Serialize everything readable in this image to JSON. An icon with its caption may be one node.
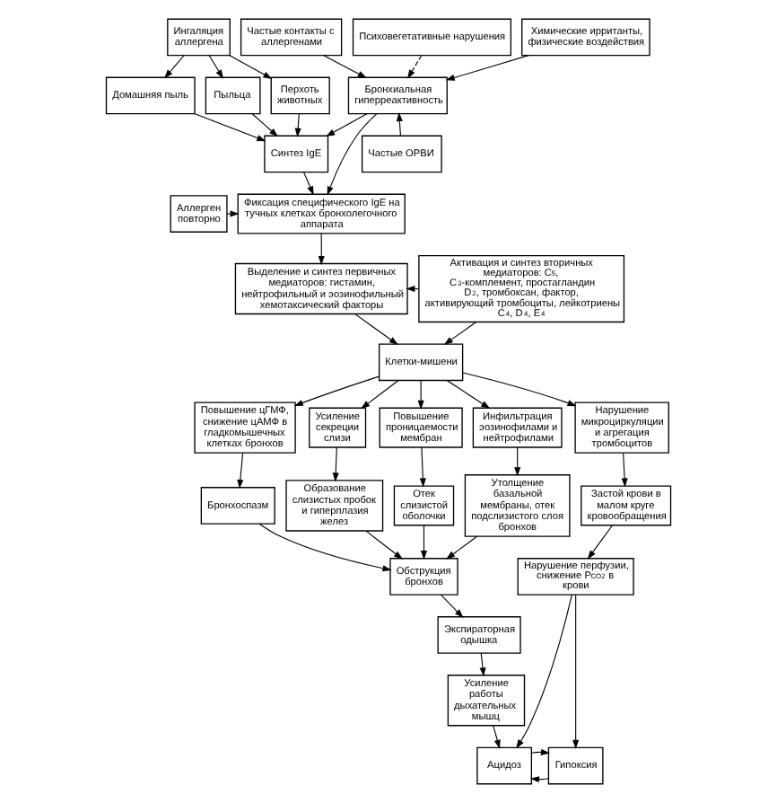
{
  "diagram": {
    "nodes": [
      {
        "text": [
          "Ингаляция аллергена"
        ]
      },
      {
        "text": [
          "Домашняя пыль"
        ]
      },
      {
        "text": [
          "Пыльца"
        ]
      },
      {
        "text": [
          "Перхоть животных"
        ]
      },
      {
        "text": [
          "Бронхиальная гиперреактивность"
        ]
      },
      {
        "text": [
          "Частые контакты с аллергенами"
        ]
      },
      {
        "text": [
          "Частые ОРВИ"
        ]
      },
      {
        "text": [
          "Психовегетативные нарушения"
        ]
      },
      {
        "text": [
          "Синтез IgE"
        ]
      },
      {
        "text": [
          "Химические ирританты, физические воздействия"
        ]
      },
      {
        "text": [
          "Аллерген повторно"
        ]
      },
      {
        "text": [
          "Фиксация специфического IgE на тучных клетках бронхолегочного аппарата"
        ]
      },
      {
        "text": [
          "Выделение и синтез первичных медиаторов: гистамин, нейтрофильный и эозинофильный хемотаксический факторы"
        ]
      },
      {
        "text": [
          "Активация и синтез вторичных медиаторов: C$_{5}$, C$_{3}$-комплемент, простагландин D$_{2}$, тромбоксан, фактор, активирующий тромбоциты, лейкотриены C$_{4}$, D$_{4}$, E$_{4}$"
        ]
      },
      {
        "text": [
          "Клетки-мишени"
        ]
      },
      {
        "text": [
          "Повышение цГМФ, снижение цАМФ в гладкомышечных клетках бронхов"
        ]
      },
      {
        "text": [
          "Усиление секреции слизи"
        ]
      },
      {
        "text": [
          "Повышение проницаемости мембран"
        ]
      },
      {
        "text": [
          "Инфильтрация эозинофилами и нейтрофилами"
        ]
      },
      {
        "text": [
          "Нарушение микроциркуляции и агрегация тромбоцитов"
        ]
      },
      {
        "text": [
          "Бронхоспазм"
        ]
      },
      {
        "text": [
          "Образование слизистых пробок и гиперплазия желез"
        ]
      },
      {
        "text": [
          "Отек слизистой оболочки"
        ]
      },
      {
        "text": [
          "Утолщение базальной мембраны, отек подслизистого слоя бронхов"
        ]
      },
      {
        "text": [
          "Застой крови в малом круге кровообращения"
        ]
      },
      {
        "text": [
          "Обструкция бронхов"
        ]
      },
      {
        "text": [
          "Нарушение перфузии, снижение P$_{CO2}$ в крови"
        ]
      },
      {
        "text": [
          "Экспираторная одышка"
        ]
      },
      {
        "text": [
          "Усиление работы дыхательных мышц"
        ]
      },
      {
        "text": [
          "Ацидоз"
        ]
      },
      {
        "text": [
          "Гипоксия"
        ]
      }
    ],
    "edges": [
      {
        "from": 0,
        "to": 1,
        "arrow": "to"
      },
      {
        "from": 0,
        "to": 2,
        "arrow": "to"
      },
      {
        "from": 0,
        "to": 3,
        "arrow": "to"
      },
      {
        "from": 1,
        "to": 8,
        "arrow": "to"
      },
      {
        "from": 2,
        "to": 8,
        "arrow": "to"
      },
      {
        "from": 3,
        "to": 8,
        "arrow": "to"
      },
      {
        "from": 5,
        "to": 4,
        "arrow": "to"
      },
      {
        "from": 6,
        "to": 4,
        "arrow": "to"
      },
      {
        "from": 7,
        "to": 4,
        "arrow": "to",
        "style": "dashed"
      },
      {
        "from": 9,
        "to": 4,
        "arrow": "to"
      },
      {
        "from": 4,
        "to": 8,
        "arrow": "to"
      },
      {
        "from": 4,
        "to": 11,
        "arrow": "to"
      },
      {
        "from": 8,
        "to": 11,
        "arrow": "to"
      },
      {
        "from": 10,
        "to": 11,
        "arrow": "to"
      },
      {
        "from": 11,
        "to": 12,
        "arrow": "to"
      },
      {
        "from": 13,
        "to": 12,
        "arrow": "to"
      },
      {
        "from": 12,
        "to": 14,
        "arrow": "to"
      },
      {
        "from": 13,
        "to": 14,
        "arrow": "to"
      },
      {
        "from": 14,
        "to": 15,
        "arrow": "to"
      },
      {
        "from": 14,
        "to": 16,
        "arrow": "to"
      },
      {
        "from": 14,
        "to": 17,
        "arrow": "to"
      },
      {
        "from": 14,
        "to": 18,
        "arrow": "to"
      },
      {
        "from": 14,
        "to": 19,
        "arrow": "to"
      },
      {
        "from": 15,
        "to": 20,
        "arrow": "to"
      },
      {
        "from": 16,
        "to": 21,
        "arrow": "to"
      },
      {
        "from": 17,
        "to": 22,
        "arrow": "to"
      },
      {
        "from": 18,
        "to": 23,
        "arrow": "to"
      },
      {
        "from": 19,
        "to": 24,
        "arrow": "to"
      },
      {
        "from": 20,
        "to": 25,
        "arrow": "to"
      },
      {
        "from": 21,
        "to": 25,
        "arrow": "to"
      },
      {
        "from": 22,
        "to": 25,
        "arrow": "to"
      },
      {
        "from": 23,
        "to": 25,
        "arrow": "to"
      },
      {
        "from": 24,
        "to": 26,
        "arrow": "to"
      },
      {
        "from": 25,
        "to": 27,
        "arrow": "to"
      },
      {
        "from": 27,
        "to": 28,
        "arrow": "to"
      },
      {
        "from": 28,
        "to": 29,
        "arrow": "to"
      },
      {
        "from": 26,
        "to": 29,
        "arrow": "to"
      },
      {
        "from": 26,
        "to": 30,
        "arrow": "to"
      },
      {
        "from": 30,
        "to": 29,
        "arrow": "to"
      },
      {
        "from": 29,
        "to": 30,
        "arrow": "to"
      }
    ]
  }
}
